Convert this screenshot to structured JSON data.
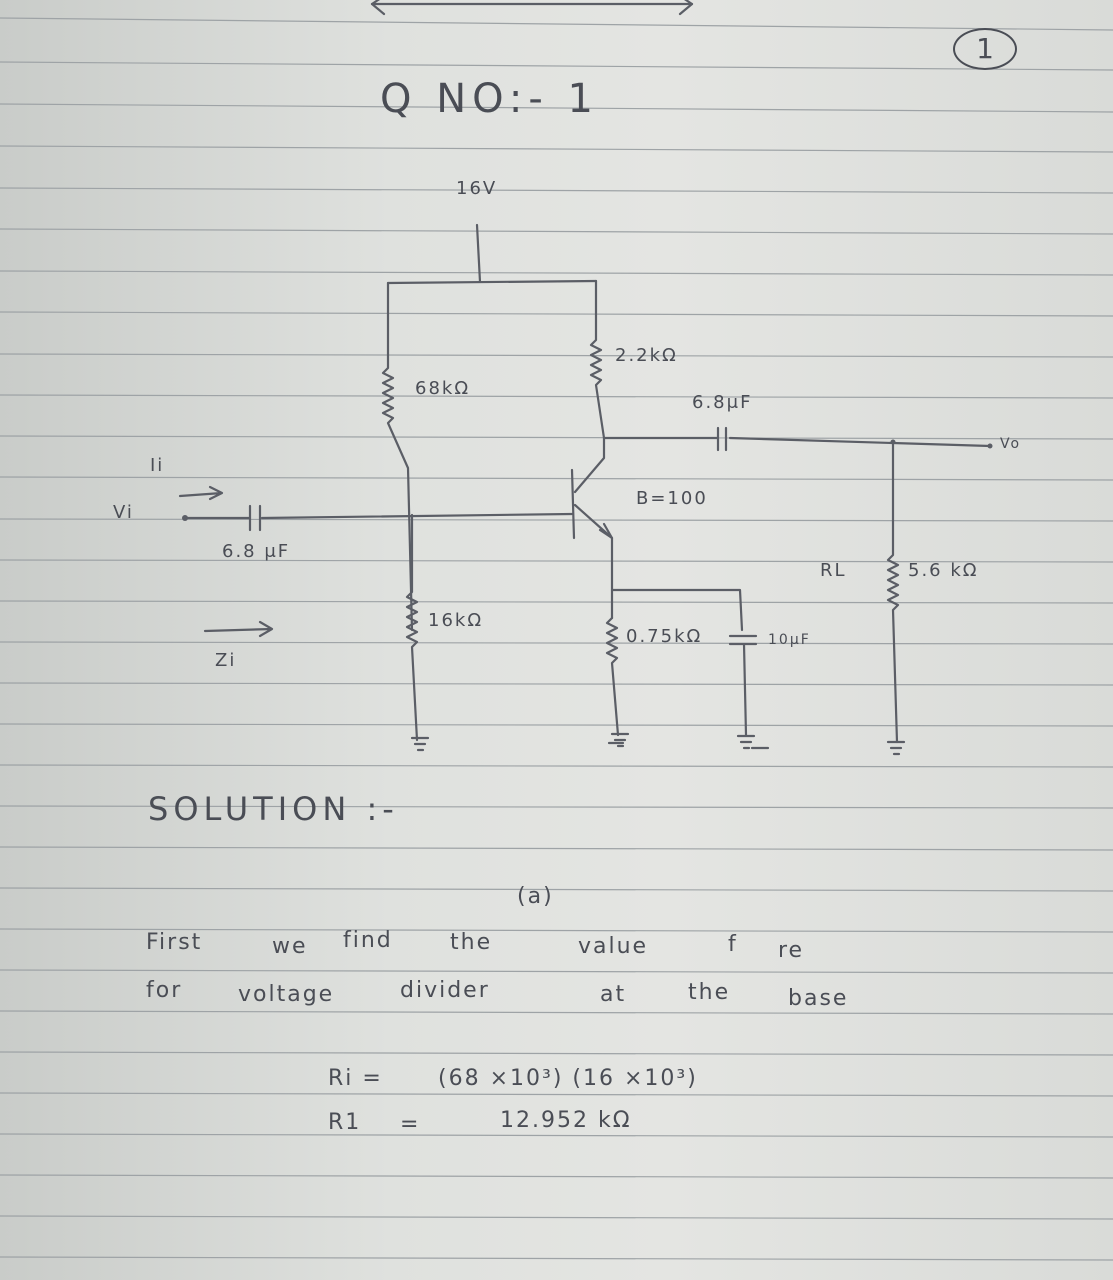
{
  "page_number": "1",
  "heading": "Q NO:- 1",
  "circuit": {
    "supply": "16V",
    "r1": "68kΩ",
    "r2": "16kΩ",
    "rc": "2.2kΩ",
    "re": "0.75kΩ",
    "rl_label": "RL",
    "rl": "5.6 kΩ",
    "c_in": "6.8 μF",
    "c_out": "6.8μF",
    "c_e": "10μF",
    "beta": "B=100",
    "vi": "Vi",
    "ii": "Ii",
    "zi": "Zi",
    "vo": "Vo"
  },
  "solution": {
    "heading": "SOLUTION :-",
    "part": "(a)",
    "line1": [
      "First",
      "we",
      "find",
      "the",
      "value",
      "f",
      "re"
    ],
    "line2": [
      "for",
      "voltage",
      "divider",
      "at",
      "the",
      "base"
    ],
    "eq1_lhs": "Ri =",
    "eq1_rhs": "(68 ×10³) (16 ×10³)",
    "eq2_lhs": "R1",
    "eq2_eq": "=",
    "eq2_rhs": "12.952 kΩ"
  }
}
